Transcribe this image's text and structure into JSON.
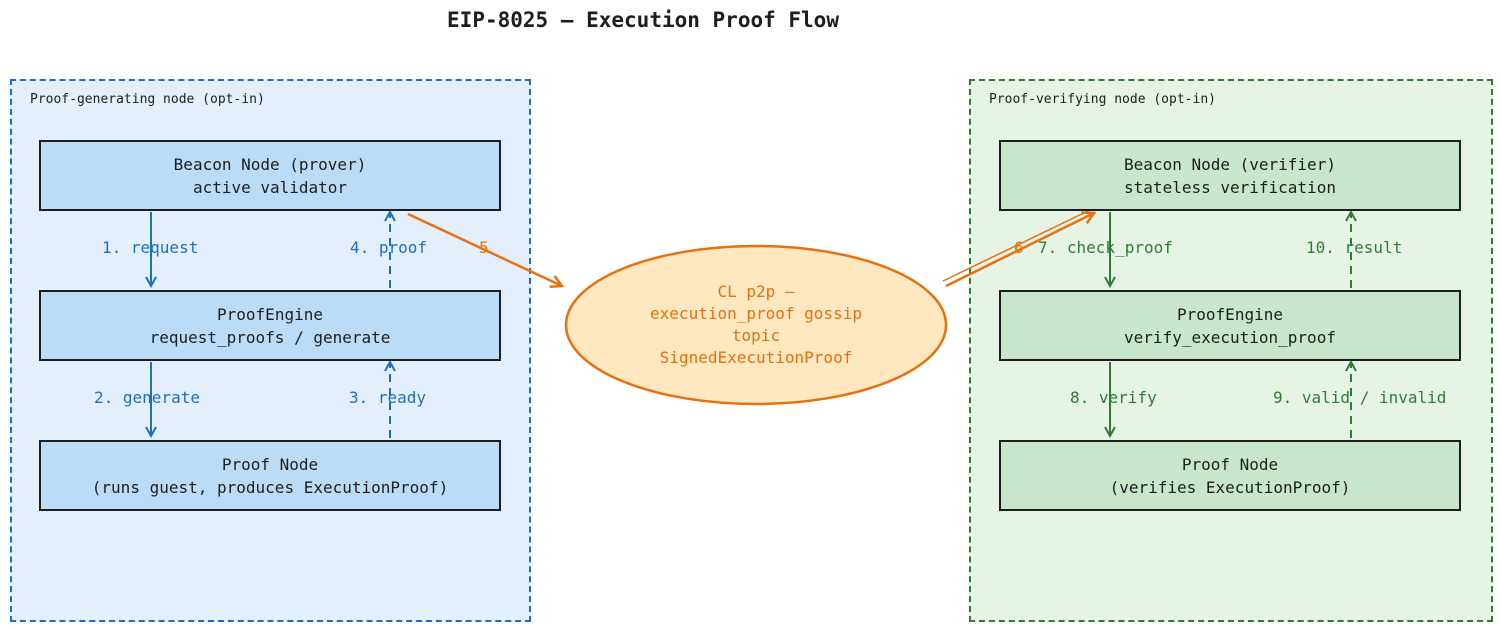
{
  "title": "EIP-8025 — Execution Proof Flow",
  "colors": {
    "prover_accent": "#1e6fc0",
    "verifier_accent": "#2e7d32",
    "gossip_accent": "#e8700e"
  },
  "prover_region": {
    "label": "Proof-generating node (opt-in)",
    "beacon_node": {
      "line1": "Beacon Node (prover)",
      "line2": "active validator"
    },
    "proof_engine": {
      "line1": "ProofEngine",
      "line2": "request_proofs / generate"
    },
    "proof_node": {
      "line1": "Proof Node",
      "line2": "(runs guest, produces ExecutionProof)"
    },
    "edges": {
      "request": "1. request",
      "generate": "2. generate",
      "ready": "3. ready",
      "proof": "4. proof"
    }
  },
  "gossip": {
    "line1": "CL p2p —",
    "line2": "execution_proof gossip",
    "line3": "topic",
    "line4": "SignedExecutionProof",
    "edge_publish": "5",
    "edge_deliver": "6"
  },
  "verifier_region": {
    "label": "Proof-verifying node (opt-in)",
    "beacon_node": {
      "line1": "Beacon Node (verifier)",
      "line2": "stateless verification"
    },
    "proof_engine": {
      "line1": "ProofEngine",
      "line2": "verify_execution_proof"
    },
    "proof_node": {
      "line1": "Proof Node",
      "line2": "(verifies ExecutionProof)"
    },
    "edges": {
      "check_proof": "7. check_proof",
      "verify": "8. verify",
      "valid_invalid": "9. valid / invalid",
      "result": "10. result"
    }
  }
}
